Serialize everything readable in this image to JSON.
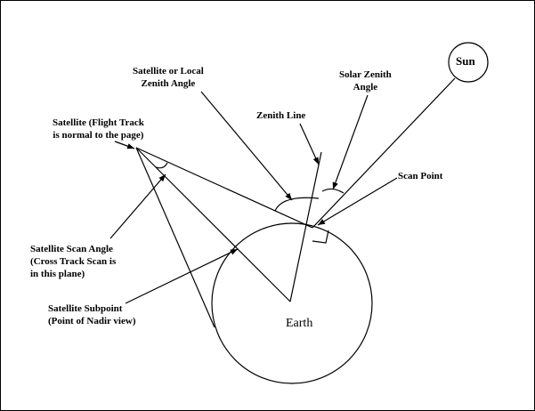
{
  "labels": {
    "satellite_zenith": [
      "Satellite or Local",
      "Zenith Angle"
    ],
    "solar_zenith": [
      "Solar Zenith",
      "Angle"
    ],
    "zenith_line": "Zenith Line",
    "satellite": [
      "Satellite (Flight Track",
      "is normal to the page)"
    ],
    "scan_point": "Scan Point",
    "scan_angle": [
      "Satellite Scan Angle",
      "(Cross Track Scan is",
      "in this plane)"
    ],
    "subpoint": [
      "Satellite Subpoint",
      "(Point of Nadir view)"
    ],
    "earth": "Earth",
    "sun": "Sun"
  }
}
